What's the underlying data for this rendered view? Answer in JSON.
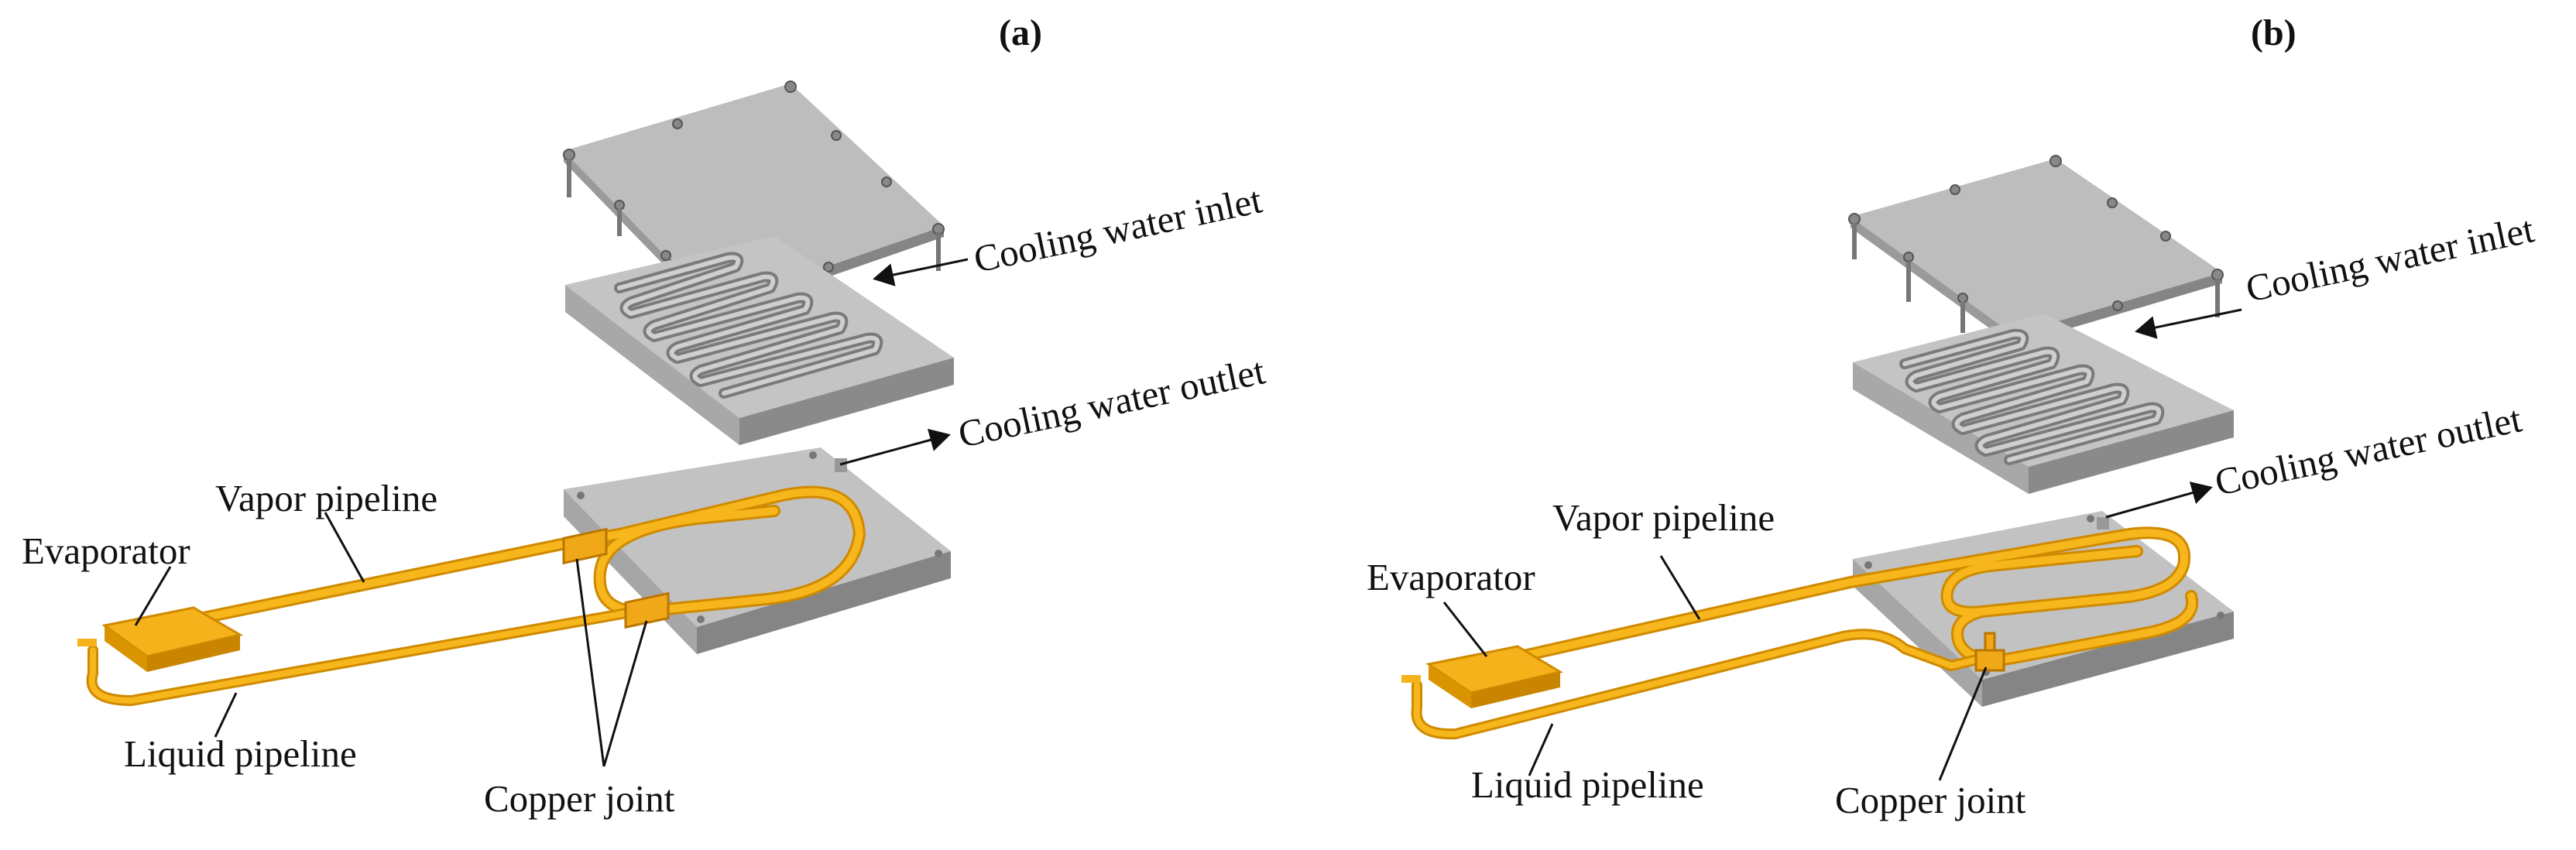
{
  "panels": [
    {
      "label": "(a)",
      "annotations": {
        "cooling_water_inlet": "Cooling water inlet",
        "cooling_water_outlet": "Cooling water outlet",
        "vapor_pipeline": "Vapor pipeline",
        "evaporator": "Evaporator",
        "liquid_pipeline": "Liquid pipeline",
        "copper_joint": "Copper joint"
      }
    },
    {
      "label": "(b)",
      "annotations": {
        "cooling_water_inlet": "Cooling water inlet",
        "cooling_water_outlet": "Cooling water outlet",
        "vapor_pipeline": "Vapor pipeline",
        "evaporator": "Evaporator",
        "liquid_pipeline": "Liquid pipeline",
        "copper_joint": "Copper joint"
      }
    }
  ],
  "colors": {
    "plate_top": "#c8c8c8",
    "plate_side_light": "#b4b4b4",
    "plate_side_dark": "#8c8c8c",
    "groove": "#7a7a7a",
    "pipe": "#f5b21a",
    "pipe_dark": "#cf8a00",
    "line": "#111111"
  }
}
